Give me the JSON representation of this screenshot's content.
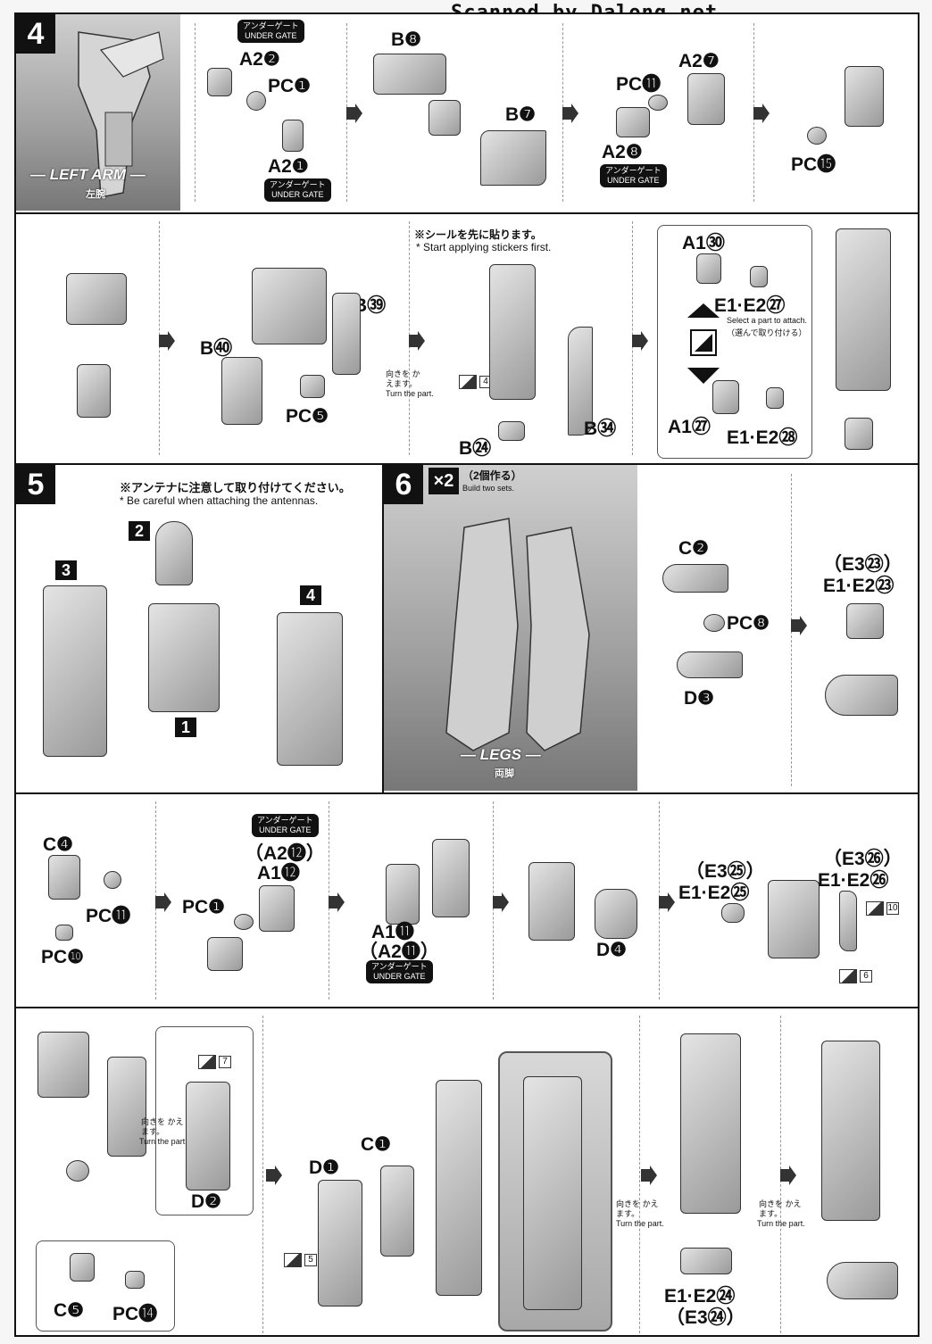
{
  "watermark": "Scanned by Dalong.net",
  "step4": {
    "number": "4",
    "section_en": "— LEFT ARM —",
    "section_jp": "左腕",
    "gate_badge_jp": "アンダーゲート",
    "gate_badge_en": "UNDER GATE",
    "row1": {
      "a2_2": "A2❷",
      "pc_1": "PC❶",
      "a2_1": "A2❶",
      "b_8": "B❽",
      "b_7": "B❼",
      "pc_11": "PC⓫",
      "a2_7": "A2❼",
      "a2_8": "A2❽",
      "pc_15": "PC⓯"
    },
    "row2": {
      "b_40": "B㊵",
      "b_39": "B㊴",
      "pc_5": "PC❺",
      "sticker_first_jp": "※シールを先に貼ります。",
      "sticker_first_en": "* Start applying stickers first.",
      "turn_jp": "向きを かえます。",
      "turn_en": "Turn the part.",
      "sticker_4": "4",
      "b_24": "B㉔",
      "b_34": "B㉞",
      "a1_30": "A1㉚",
      "e1e2_27": "E1·E2㉗",
      "select_en": "Select a part to attach.",
      "select_jp": "（選んで取り付ける）",
      "a1_27": "A1㉗",
      "e1e2_28": "E1·E2㉘"
    }
  },
  "step5": {
    "number": "5",
    "note_jp": "※アンテナに注意して取り付けてください。",
    "note_en": "* Be careful when attaching the antennas.",
    "labels": [
      "1",
      "2",
      "3",
      "4"
    ]
  },
  "step6": {
    "number": "6",
    "multiplier": "×2",
    "multiplier_jp": "（2個作る）",
    "multiplier_en": "Build two sets.",
    "section_en": "— LEGS —",
    "section_jp": "両脚",
    "c_2": "C❷",
    "pc_8": "PC❽",
    "d_3": "D❸",
    "e3_23": "（E3㉓）",
    "e1e2_23": "E1·E2㉓"
  },
  "row4": {
    "c_4": "C❹",
    "pc_11": "PC⓫",
    "pc_10": "PC❿",
    "gate_jp": "アンダーゲート",
    "gate_en": "UNDER GATE",
    "a2_12": "（A2⓬）",
    "a1_12": "A1⓬",
    "pc_1": "PC❶",
    "a1_11": "A1⓫",
    "a2_11": "（A2⓫）",
    "d_4": "D❹",
    "e3_25": "（E3㉕）",
    "e1e2_25": "E1·E2㉕",
    "e3_26": "（E3㉖）",
    "e1e2_26": "E1·E2㉖",
    "sticker_10": "10",
    "sticker_6": "6"
  },
  "row5": {
    "turn_jp": "向きを かえます。",
    "turn_en": "Turn the part.",
    "sticker_7": "7",
    "d_2": "D❷",
    "c_5": "C❺",
    "pc_14": "PC⓮",
    "d_1": "D❶",
    "c_1": "C❶",
    "sticker_5": "5",
    "e1e2_24": "E1·E2㉔",
    "e3_24": "（E3㉔）"
  },
  "colors": {
    "ink": "#111111",
    "paper": "#ffffff",
    "panel": "#a8a8a8"
  }
}
